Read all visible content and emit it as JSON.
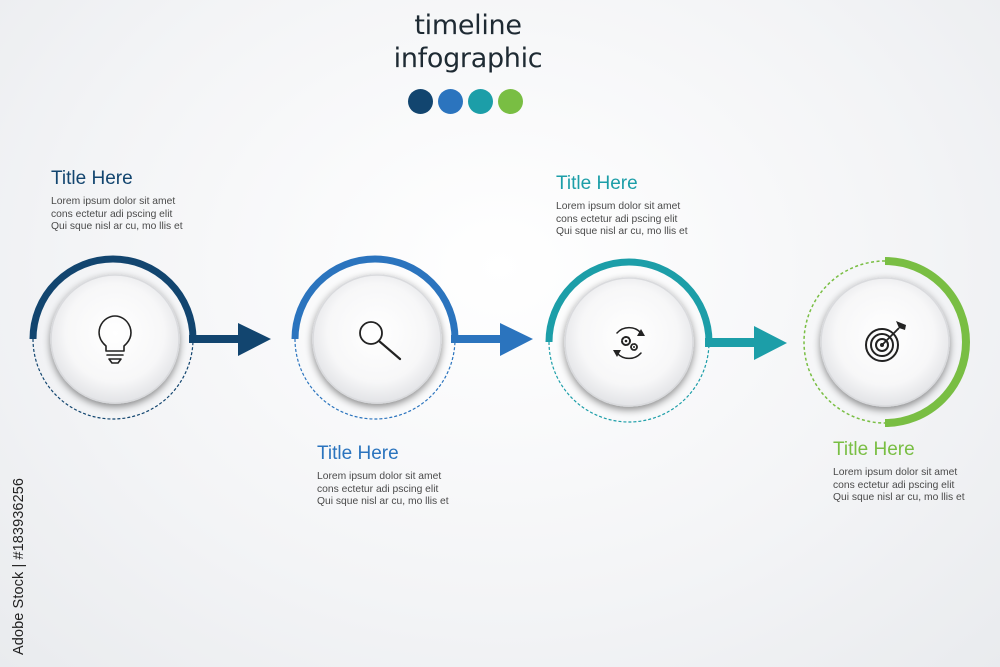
{
  "header": {
    "title_line1": "timeline",
    "title_line2": "infographic",
    "color_dots": [
      "#12456f",
      "#2b74be",
      "#1c9ea8",
      "#79be43"
    ]
  },
  "steps": [
    {
      "title": "Title Here",
      "lines": [
        "Lorem ipsum dolor sit amet",
        "cons ectetur adi pscing elit",
        "Qui sque nisl ar cu, mo llis et"
      ],
      "color": "#12456f",
      "icon": "lightbulb-icon",
      "text_position": "above"
    },
    {
      "title": "Title Here",
      "lines": [
        "Lorem ipsum dolor sit amet",
        "cons ectetur adi pscing elit",
        "Qui sque nisl ar cu, mo llis et"
      ],
      "color": "#2b74be",
      "icon": "magnifier-icon",
      "text_position": "below"
    },
    {
      "title": "Title Here",
      "lines": [
        "Lorem ipsum dolor sit amet",
        "cons ectetur adi pscing elit",
        "Qui sque nisl ar cu, mo llis et"
      ],
      "color": "#1c9ea8",
      "icon": "gears-cycle-icon",
      "text_position": "above"
    },
    {
      "title": "Title Here",
      "lines": [
        "Lorem ipsum dolor sit amet",
        "cons ectetur adi pscing elit",
        "Qui sque nisl ar cu, mo llis et"
      ],
      "color": "#79be43",
      "icon": "target-icon",
      "text_position": "below"
    }
  ],
  "stock_id": "Adobe Stock | #183936256"
}
